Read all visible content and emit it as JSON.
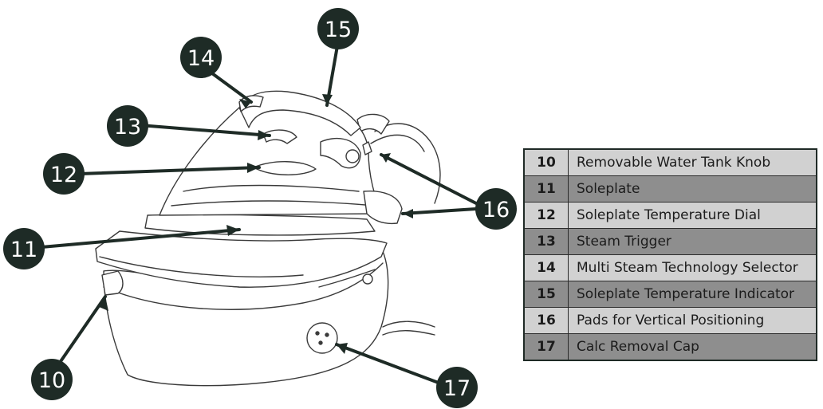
{
  "callouts": [
    "10",
    "11",
    "12",
    "13",
    "14",
    "15",
    "16",
    "17"
  ],
  "parts": [
    {
      "num": "10",
      "label": "Removable Water Tank Knob"
    },
    {
      "num": "11",
      "label": "Soleplate"
    },
    {
      "num": "12",
      "label": "Soleplate Temperature Dial"
    },
    {
      "num": "13",
      "label": "Steam Trigger"
    },
    {
      "num": "14",
      "label": "Multi Steam Technology Selector"
    },
    {
      "num": "15",
      "label": "Soleplate Temperature Indicator"
    },
    {
      "num": "16",
      "label": "Pads for Vertical Positioning"
    },
    {
      "num": "17",
      "label": "Calc Removal Cap"
    }
  ],
  "colors": {
    "callout_fill": "#1e2b26",
    "row_light": "#d1d1d1",
    "row_dark": "#8e8e8e",
    "line": "#333333"
  }
}
